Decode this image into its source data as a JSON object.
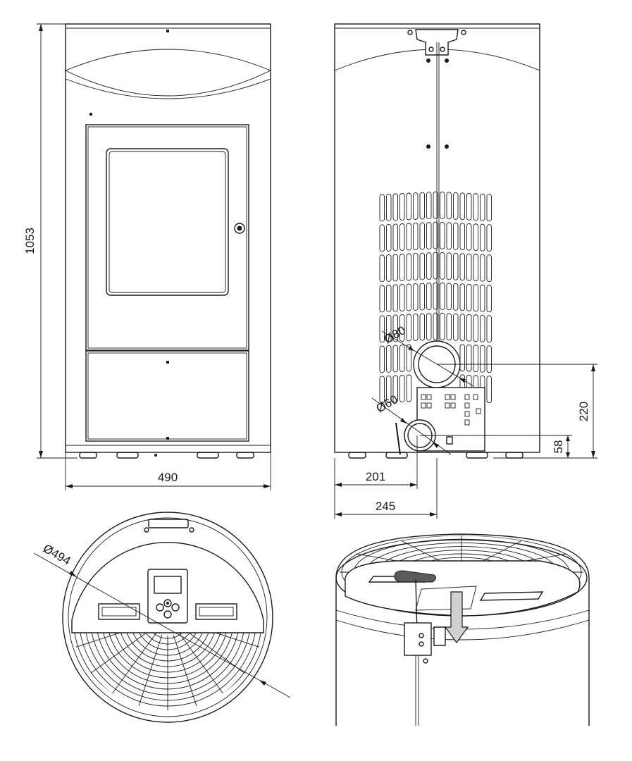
{
  "dimensions": {
    "height_total": "1053",
    "width_front": "490",
    "flue_diameter": "Ø80",
    "air_inlet_diameter": "Ø60",
    "flue_height": "220",
    "air_inlet_height": "58",
    "air_inlet_offset": "201",
    "flue_offset": "245",
    "top_diameter": "Ø494"
  },
  "colors": {
    "line": "#1a1a1a",
    "handle": "#5a5a5a",
    "arrow": "#d0d0d0"
  },
  "icons": {
    "rear_grille": "oval-slot-grille",
    "top_grille": "radial-grille",
    "control_panel": "display-control-panel",
    "t_wrench": "t-handle-wrench",
    "down_arrow": "down-arrow-icon"
  }
}
